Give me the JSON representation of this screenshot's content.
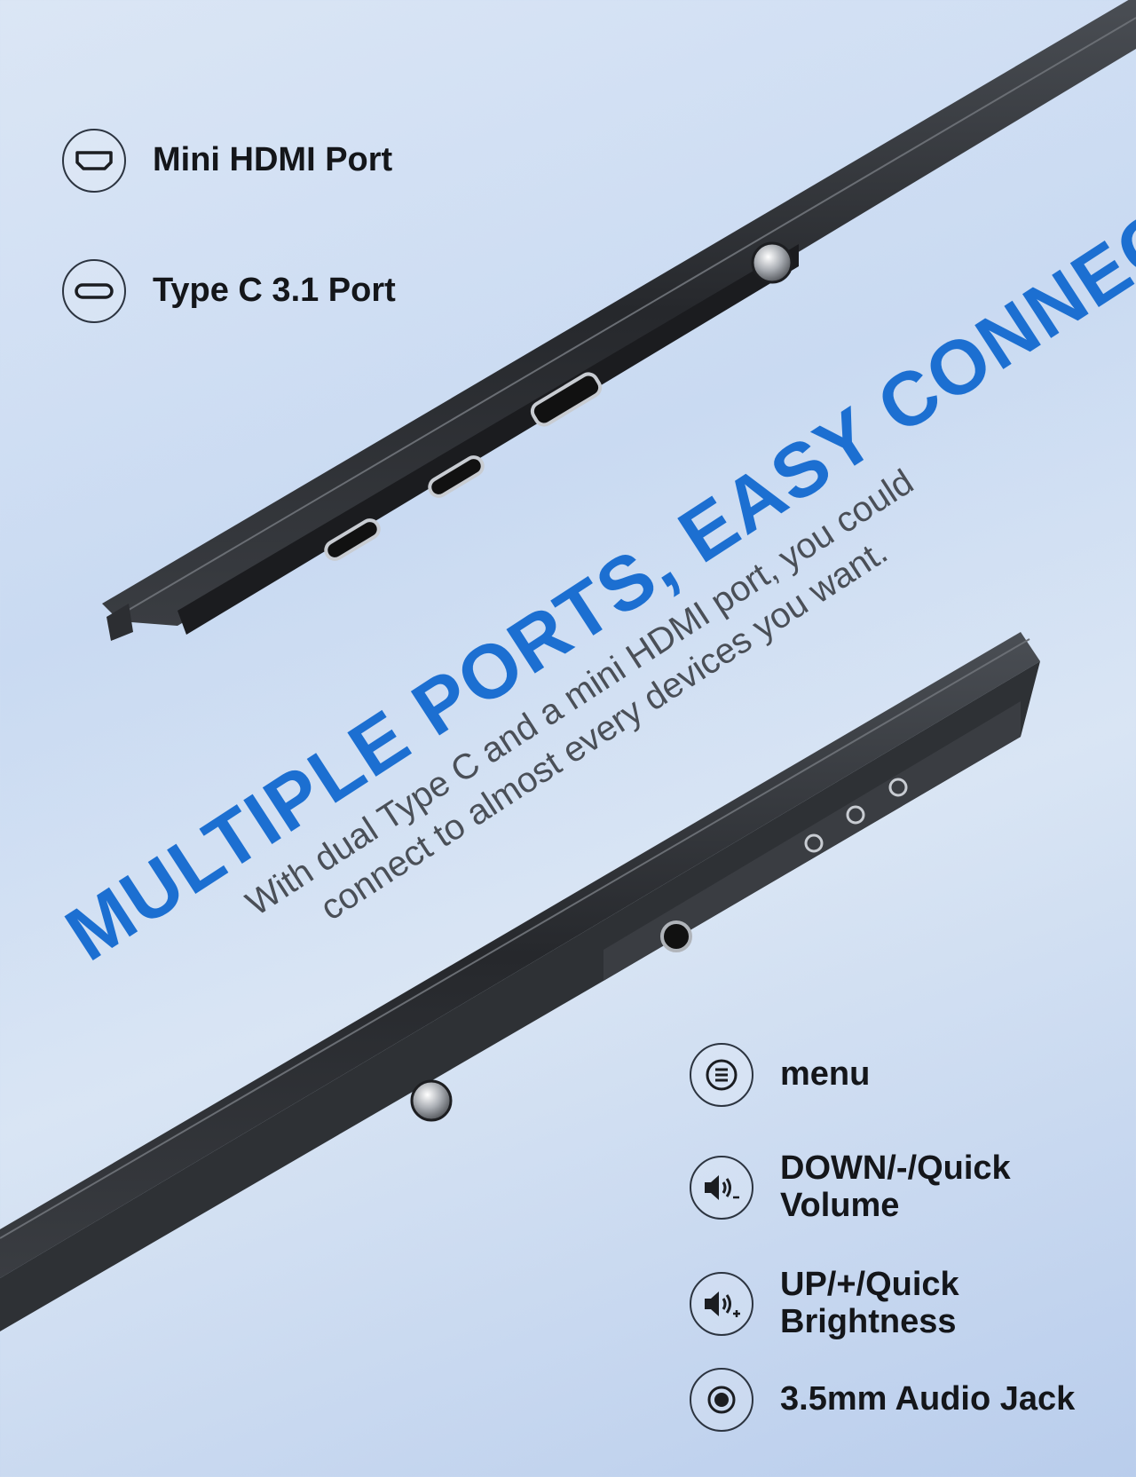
{
  "features_top": [
    {
      "icon": "mini-hdmi-icon",
      "label": "Mini HDMI Port"
    },
    {
      "icon": "type-c-icon",
      "label": "Type C 3.1 Port"
    }
  ],
  "headline": "MULTIPLE PORTS, EASY CONNECTION",
  "subtext": {
    "line1": "With dual Type C and a mini HDMI port, you could",
    "line2": "connect to almost every devices you want."
  },
  "features_bottom": [
    {
      "icon": "menu-icon",
      "label": "menu"
    },
    {
      "icon": "volume-down-icon",
      "label": "DOWN/-/Quick Volume"
    },
    {
      "icon": "volume-up-icon",
      "label": "UP/+/Quick Brightness"
    },
    {
      "icon": "audio-jack-icon",
      "label": "3.5mm Audio Jack"
    }
  ],
  "colors": {
    "headline": "#1c6fd1",
    "device": "#2a2d31",
    "text": "#14161a"
  }
}
